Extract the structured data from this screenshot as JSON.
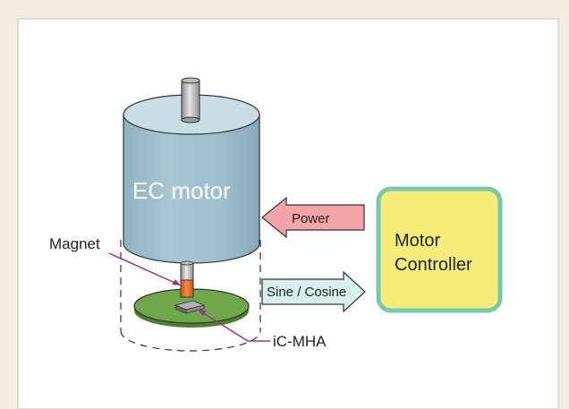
{
  "labels": {
    "motor": "EC motor",
    "magnet": "Magnet",
    "sensor": "iC-MHA",
    "power": "Power",
    "sine_cosine": "Sine / Cosine",
    "controller_line1": "Motor",
    "controller_line2": "Controller"
  },
  "colors": {
    "page_bg": "#f2efe2",
    "panel_bg": "#ffffff",
    "motor_body": "#9fbfcd",
    "motor_top": "#c8dde6",
    "shaft": "#a9a9a9",
    "magnet": "#e0691f",
    "pcb": "#6fa84a",
    "chip": "#8a8a8a",
    "leader": "#a0338a",
    "power_arrow": "#f4a3a6",
    "sine_arrow": "#d6f0ee",
    "controller_fill": "#f5ec7a",
    "controller_border": "#78c7a8"
  }
}
